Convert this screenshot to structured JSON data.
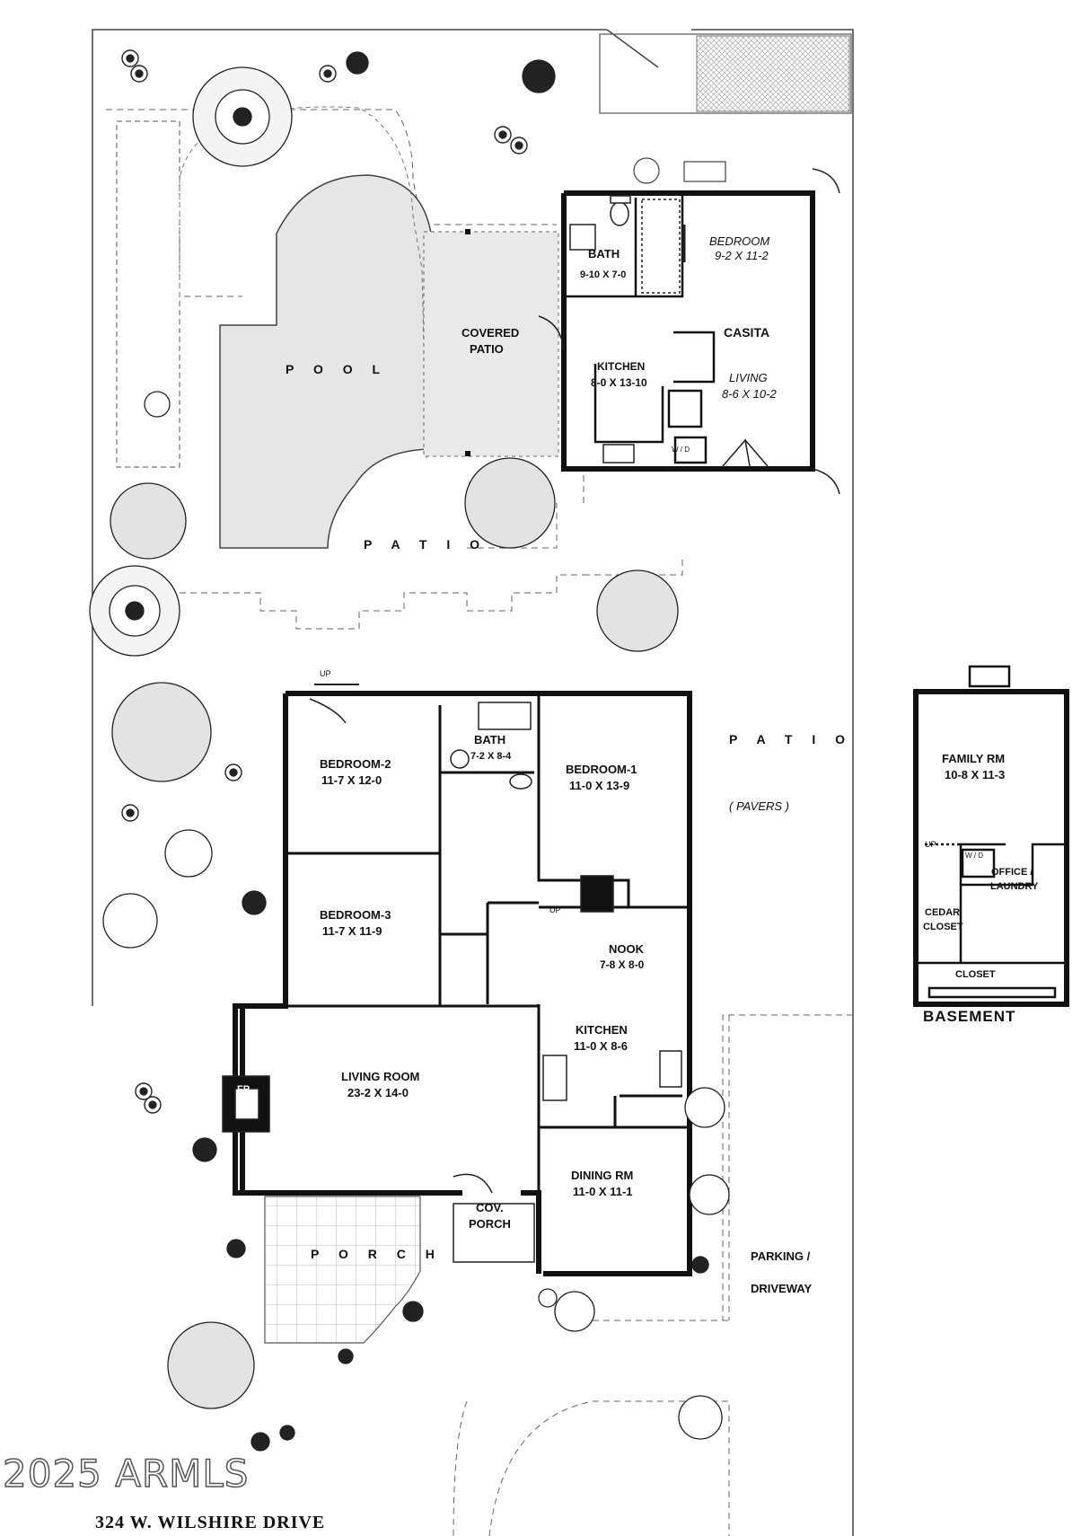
{
  "watermark": "2025 ARMLS",
  "address": "324 W. WILSHIRE DRIVE",
  "labels": {
    "pool": "P O O L",
    "covered_patio_1": "COVERED",
    "covered_patio_2": "PATIO",
    "patio_top": "P A T I O",
    "patio_right": "P A T I O",
    "pavers": "( PAVERS )",
    "parking_1": "PARKING /",
    "parking_2": "DRIVEWAY",
    "porch": "P O R C H",
    "cov_porch_1": "COV.",
    "cov_porch_2": "PORCH",
    "fp": "FP",
    "up_1": "UP",
    "up_2": "UP",
    "up_3": "UP",
    "wd_1": "W / D",
    "wd_2": "W / D"
  },
  "casita": {
    "title": "CASITA",
    "bath_name": "BATH",
    "bath_dim": "9-10 X 7-0",
    "bedroom_name": "BEDROOM",
    "bedroom_dim": "9-2 X 11-2",
    "kitchen_name": "KITCHEN",
    "kitchen_dim": "8-0 X 13-10",
    "living_name": "LIVING",
    "living_dim": "8-6 X 10-2"
  },
  "house": {
    "bedroom2_name": "BEDROOM-2",
    "bedroom2_dim": "11-7 X 12-0",
    "bath_name": "BATH",
    "bath_dim": "7-2 X 8-4",
    "bedroom1_name": "BEDROOM-1",
    "bedroom1_dim": "11-0 X 13-9",
    "bedroom3_name": "BEDROOM-3",
    "bedroom3_dim": "11-7 X 11-9",
    "nook_name": "NOOK",
    "nook_dim": "7-8 X 8-0",
    "kitchen_name": "KITCHEN",
    "kitchen_dim": "11-0 X 8-6",
    "living_name": "LIVING ROOM",
    "living_dim": "23-2 X 14-0",
    "dining_name": "DINING RM",
    "dining_dim": "11-0 X 11-1"
  },
  "basement": {
    "title": "BASEMENT",
    "family_name": "FAMILY RM",
    "family_dim": "10-8 X 11-3",
    "office_1": "OFFICE /",
    "office_2": "LAUNDRY",
    "cedar_1": "CEDAR",
    "cedar_2": "CLOSET",
    "closet": "CLOSET"
  }
}
